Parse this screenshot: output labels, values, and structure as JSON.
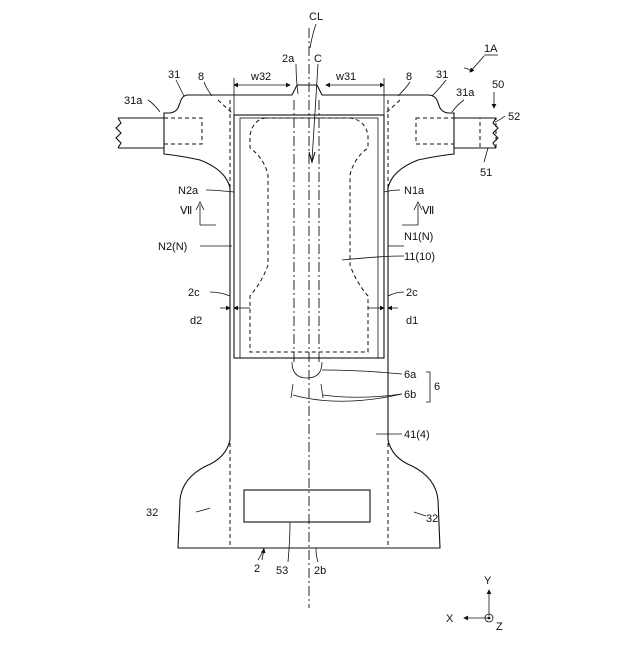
{
  "figure": {
    "labels": {
      "CL": "CL",
      "C": "C",
      "2a": "2a",
      "w32": "w32",
      "w31": "w31",
      "8_left": "8",
      "8_right": "8",
      "31_left": "31",
      "31_right": "31",
      "31a_left": "31a",
      "31a_right": "31a",
      "1A": "1A",
      "50": "50",
      "52": "52",
      "51": "51",
      "N2a": "N2a",
      "N1a": "N1a",
      "VII_left": "Ⅶ",
      "VII_right": "Ⅶ",
      "N2N": "N2(N)",
      "N1N": "N1(N)",
      "1110": "11(10)",
      "2c_left": "2c",
      "2c_right": "2c",
      "d2": "d2",
      "d1": "d1",
      "6a": "6a",
      "6": "6",
      "6b": "6b",
      "414": "41(4)",
      "32_left": "32",
      "32_right": "32",
      "2": "2",
      "53": "53",
      "2b": "2b",
      "axisY": "Y",
      "axisX": "X",
      "axisZ": "Z"
    }
  }
}
